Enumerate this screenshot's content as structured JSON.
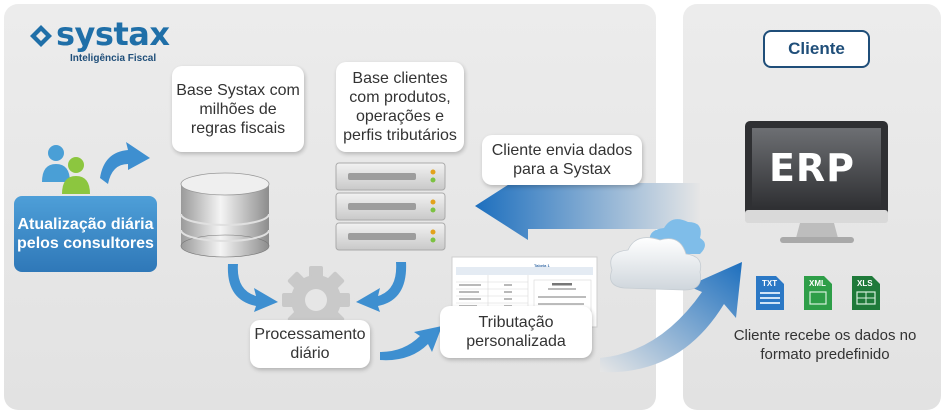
{
  "brand": {
    "name": "systax",
    "tagline": "Inteligência Fiscal"
  },
  "left": {
    "base_systax": "Base Systax com milhões de regras fiscais",
    "base_clientes": "Base clientes com produtos, operações e perfis tributários",
    "atualizacao": "Atualização diária pelos consultores",
    "processamento": "Processamento diário",
    "tributacao": "Tributação personalizada",
    "envia": "Cliente envia dados para a Systax",
    "table_title": "Tabela 1"
  },
  "right": {
    "cliente": "Cliente",
    "erp": "ERP",
    "formats": [
      "TXT",
      "XML",
      "XLS"
    ],
    "recebe": "Cliente recebe os dados no formato predefinido"
  },
  "colors": {
    "brand_blue": "#1f6fa8",
    "dark_blue": "#1f4e79",
    "arrow_blue": "#2e7fc4",
    "panel_gray": "#e6e6e6",
    "file_blue": "#2b78c5",
    "file_green": "#2e9e48",
    "file_green_dark": "#1f7a3a"
  },
  "icons": [
    "diamond-logo-icon",
    "users-icon",
    "database-icon",
    "server-icon",
    "gear-icon",
    "document-table-icon",
    "cloud-icon",
    "monitor-icon",
    "txt-file-icon",
    "xml-file-icon",
    "xls-file-icon"
  ]
}
